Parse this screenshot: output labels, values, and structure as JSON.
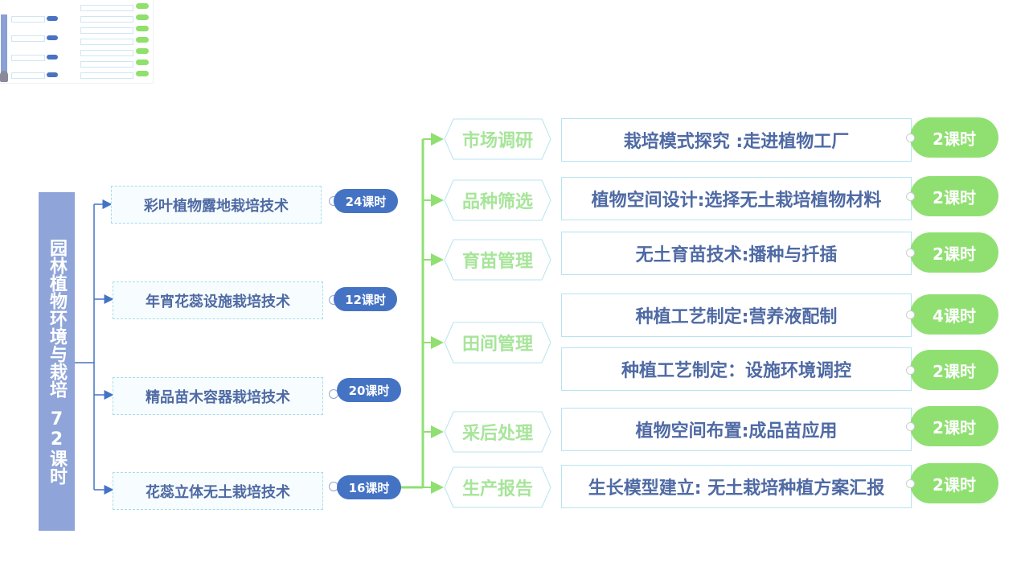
{
  "root": {
    "title": "园林植物环境与栽培",
    "hours": "72课时"
  },
  "courses": [
    {
      "label": "彩叶植物露地栽培技术",
      "hours": "24课时"
    },
    {
      "label": "年宵花蕊设施栽培技术",
      "hours": "12课时"
    },
    {
      "label": "精品苗木容器栽培技术",
      "hours": "20课时"
    },
    {
      "label": "花蕊立体无土栽培技术",
      "hours": "16课时"
    }
  ],
  "stages": [
    {
      "label": "市场调研"
    },
    {
      "label": "品种筛选"
    },
    {
      "label": "育苗管理"
    },
    {
      "label": "田间管理"
    },
    {
      "label": "采后处理"
    },
    {
      "label": "生产报告"
    }
  ],
  "tasks": [
    {
      "label": "栽培模式探究 :走进植物工厂",
      "hours": "2课时"
    },
    {
      "label": "植物空间设计:选择无土栽培植物材料",
      "hours": "2课时"
    },
    {
      "label": "无土育苗技术:播种与扦插",
      "hours": "2课时"
    },
    {
      "label": "种植工艺制定:营养液配制",
      "hours": "4课时"
    },
    {
      "label": "种植工艺制定：设施环境调控",
      "hours": "2课时"
    },
    {
      "label": "植物空间布置:成品苗应用",
      "hours": "2课时"
    },
    {
      "label": "生长模型建立: 无土栽培种植方案汇报",
      "hours": "2课时"
    }
  ],
  "colors": {
    "title_bg": "#8fa5d9",
    "blue_pill": "#4573c4",
    "green_pill": "#8fe071",
    "green_line": "#8fe071",
    "blue_line": "#4573c4",
    "stage_text": "#a7e59a",
    "box_text": "#4f6aa4"
  }
}
